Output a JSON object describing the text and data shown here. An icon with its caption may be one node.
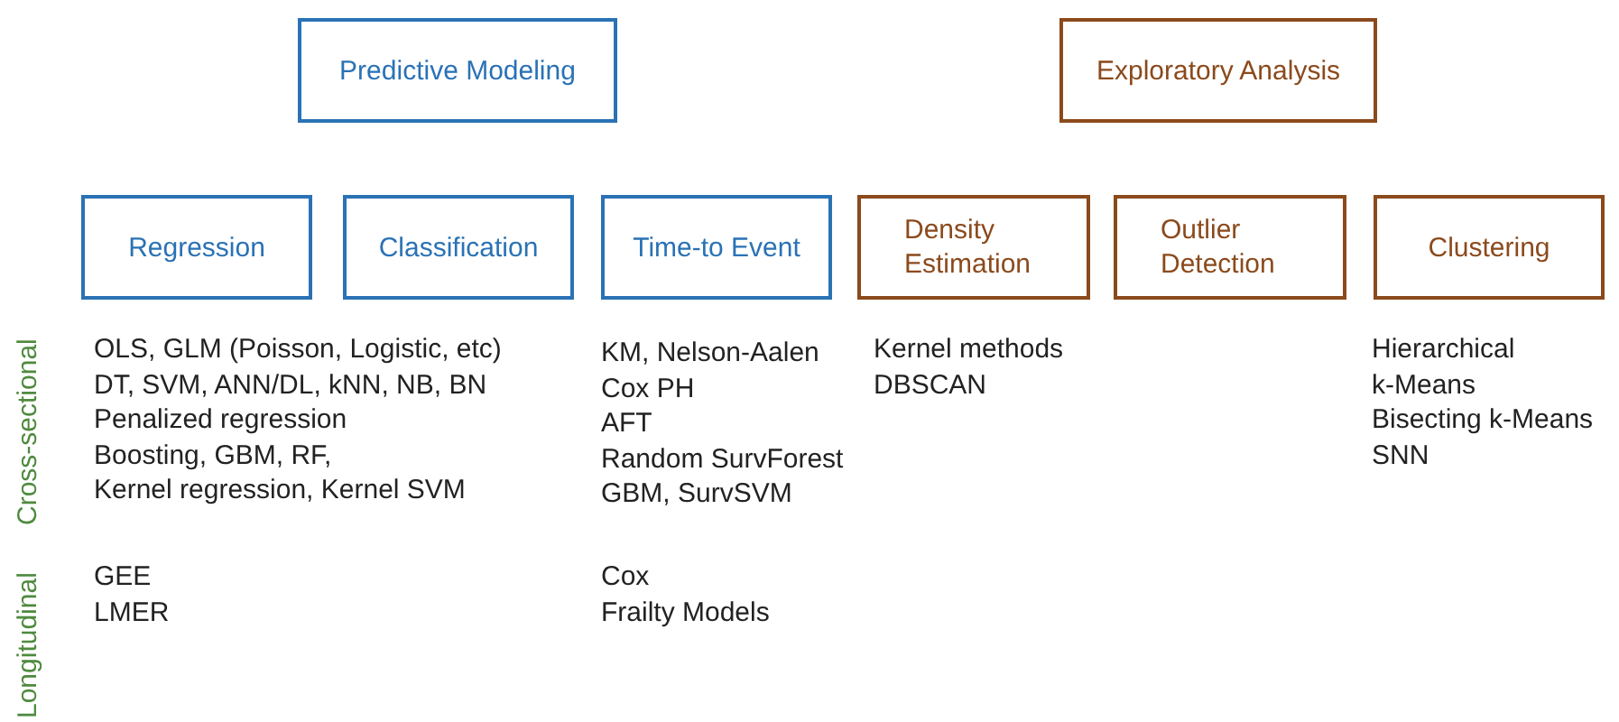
{
  "diagram": {
    "nodes": [
      {
        "text": [
          "Predictive Modeling"
        ]
      },
      {
        "text": [
          "Exploratory Analysis"
        ]
      },
      {
        "text": [
          "Regression"
        ]
      },
      {
        "text": [
          "Classification"
        ]
      },
      {
        "text": [
          "Time-to Event"
        ]
      },
      {
        "text": [
          "Density Estimation"
        ]
      },
      {
        "text": [
          "Outlier Detection"
        ]
      },
      {
        "text": [
          "Clustering"
        ]
      }
    ],
    "edges": [],
    "labels": [
      "Cross-sectional",
      "OLS, GLM (Poisson, Logistic, etc)",
      "DT, SVM, ANN/DL, kNN, NB, BN",
      "Penalized regression",
      "Boosting, GBM, RF,",
      "Kernel regression, Kernel SVM",
      "KM, Nelson-Aalen",
      "Cox PH",
      "AFT",
      "Random SurvForest",
      "GBM, SurvSVM",
      "Kernel methods",
      "DBSCAN",
      "Hierarchical",
      "k-Means",
      "Bisecting k-Means",
      "SNN",
      "Longitudinal",
      "GEE",
      "LMER",
      "Cox",
      "Frailty Models"
    ]
  }
}
